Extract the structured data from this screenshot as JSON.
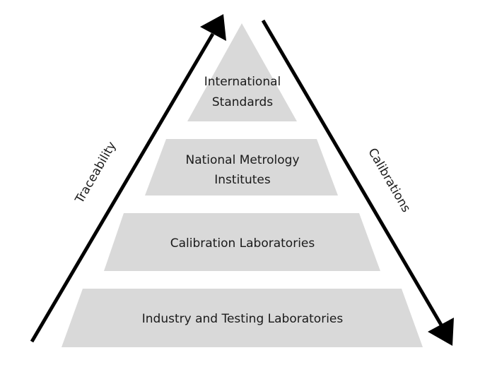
{
  "tiers": [
    {
      "lines": [
        "International",
        "Standards"
      ]
    },
    {
      "lines": [
        "National Metrology",
        "Institutes"
      ]
    },
    {
      "lines": [
        "Calibration Laboratories"
      ]
    },
    {
      "lines": [
        "Industry and Testing Laboratories"
      ]
    }
  ],
  "arrows": {
    "up_label": "Traceability",
    "down_label": "Calibrations"
  },
  "colors": {
    "tier_fill": "#d9d9d9",
    "arrow": "#000000"
  }
}
